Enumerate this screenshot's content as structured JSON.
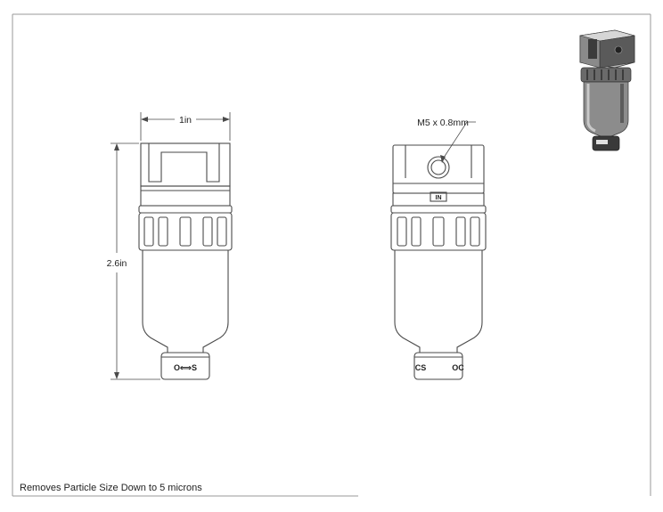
{
  "dimensions": {
    "width_label": "1in",
    "height_label": "2.6in"
  },
  "callouts": {
    "port_label": "M5 x 0.8mm",
    "port_marking": "IN"
  },
  "valve_markings": {
    "front": "O⟺S",
    "side_left": "CS",
    "side_right": "OC"
  },
  "caption": "Removes Particle Size Down to 5 microns",
  "colors": {
    "line": "#4a4a4a",
    "frame": "#9a9a9a",
    "iso_dark": "#3b3b3b",
    "iso_mid": "#777777",
    "iso_light": "#b9b9b9"
  }
}
